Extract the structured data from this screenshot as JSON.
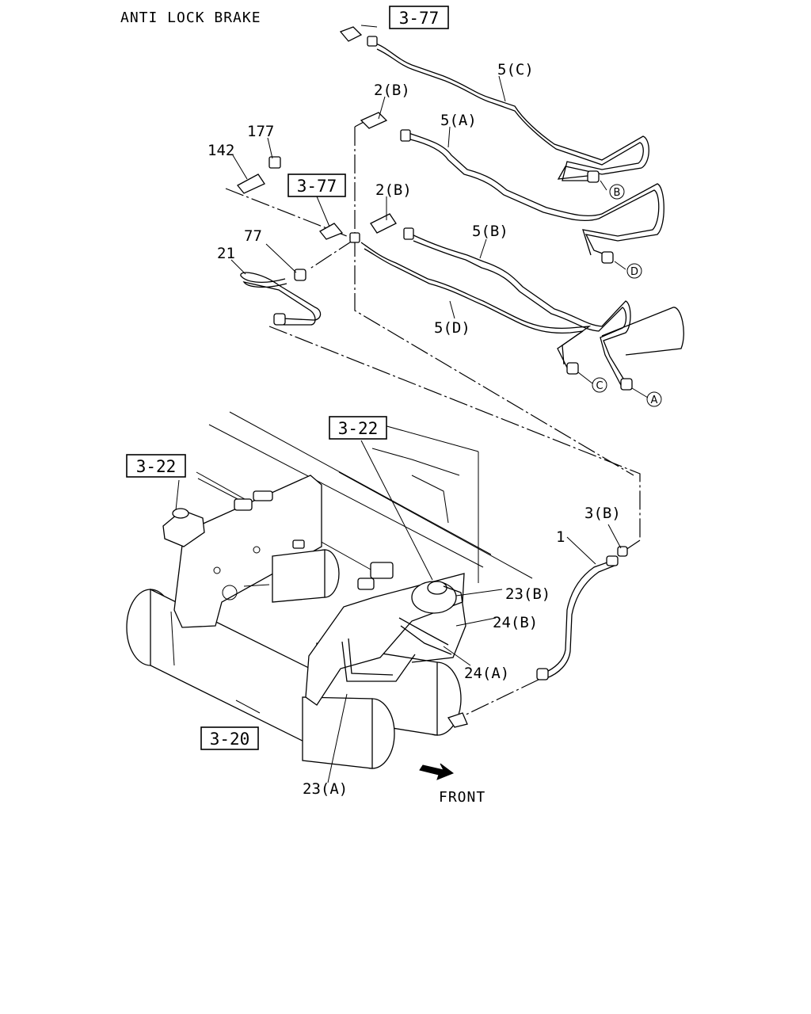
{
  "title": "ANTI LOCK BRAKE",
  "refs": {
    "r1": "3-77",
    "r2": "3-77",
    "r3": "3-22",
    "r4": "3-22",
    "r5": "3-20"
  },
  "labels": {
    "p177": "177",
    "p142": "142",
    "p2b_top": "2(B)",
    "p2b_mid": "2(B)",
    "p5c": "5(C)",
    "p5a": "5(A)",
    "p5b": "5(B)",
    "p5d": "5(D)",
    "p77": "77",
    "p21": "21",
    "p3b": "3(B)",
    "p1": "1",
    "p23b": "23(B)",
    "p24b": "24(B)",
    "p24a": "24(A)",
    "p23a": "23(A)"
  },
  "circled": {
    "b": "B",
    "d": "D",
    "c": "C",
    "a": "A"
  },
  "front": "FRONT"
}
